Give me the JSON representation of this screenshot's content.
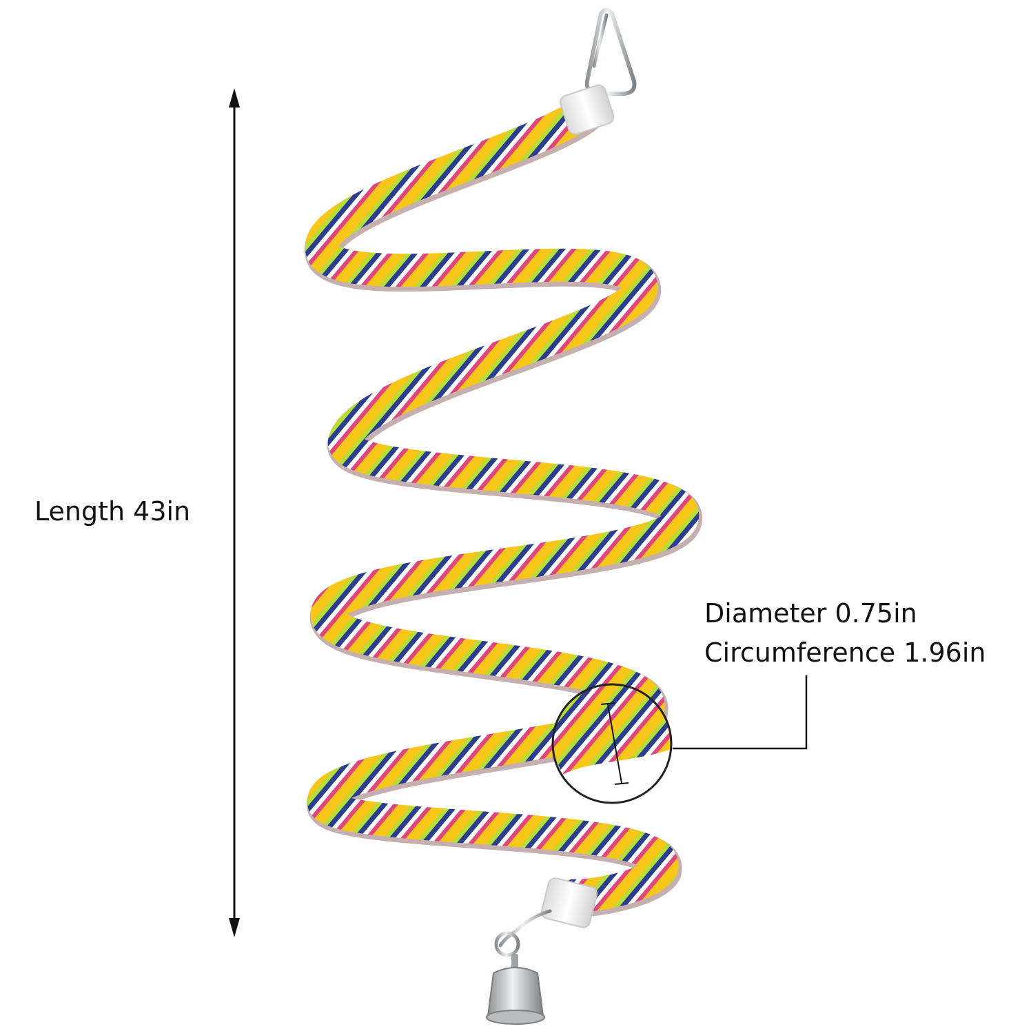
{
  "annotations": {
    "length_label": "Length 43in",
    "diameter_label": "Diameter 0.75in",
    "circumference_label": "Circumference 1.96in"
  },
  "product": {
    "rope_colors": [
      "#d9202a",
      "#f6c619",
      "#b5dd3c",
      "#2a3d8f",
      "#ffffff",
      "#e0457b"
    ],
    "hardware_color": "#c8cacc",
    "cap_color": "#f4f4f4"
  },
  "icons": [
    "carabiner-icon",
    "bell-icon",
    "dimension-arrow-icon",
    "magnifier-circle-icon"
  ]
}
